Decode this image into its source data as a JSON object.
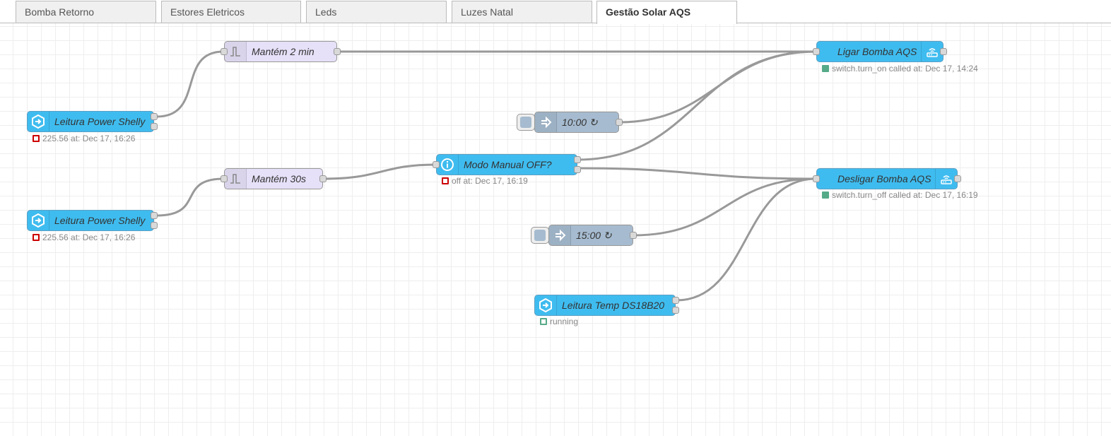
{
  "tabs": [
    {
      "label": "Bomba Retorno"
    },
    {
      "label": "Estores Eletricos"
    },
    {
      "label": "Leds"
    },
    {
      "label": "Luzes Natal"
    },
    {
      "label": "Gestão Solar AQS"
    }
  ],
  "active_tab": "Gestão Solar AQS",
  "colors": {
    "ha_node": "#3fbcef",
    "trigger_node": "#e6e0f8",
    "inject_node": "#a6bbcf",
    "wire": "#999999",
    "status_red": "#cc0000",
    "status_green": "#55aa88"
  },
  "nodes": {
    "power1": {
      "label": "Leitura Power Shelly",
      "icon": "ha-entity-icon",
      "status": "225.56 at: Dec 17, 16:26"
    },
    "power2": {
      "label": "Leitura Power Shelly",
      "icon": "ha-entity-icon",
      "status": "225.56 at: Dec 17, 16:26"
    },
    "trigger2min": {
      "label": "Mantém 2 min",
      "icon": "trigger-icon"
    },
    "trigger30s": {
      "label": "Mantém 30s",
      "icon": "trigger-icon"
    },
    "inject1000": {
      "label": "10:00 ↻",
      "icon": "inject-arrow-icon"
    },
    "inject1500": {
      "label": "15:00 ↻",
      "icon": "inject-arrow-icon"
    },
    "manual": {
      "label": "Modo Manual OFF?",
      "icon": "info-icon",
      "status": "off at: Dec 17, 16:19"
    },
    "ligar": {
      "label": "Ligar Bomba AQS",
      "icon": "router-icon",
      "status": "switch.turn_on called at: Dec 17, 14:24"
    },
    "desligar": {
      "label": "Desligar Bomba AQS",
      "icon": "router-icon",
      "status": "switch.turn_off called at: Dec 17, 16:19"
    },
    "temp": {
      "label": "Leitura Temp DS18B20",
      "icon": "ha-entity-icon",
      "status": "running"
    }
  }
}
